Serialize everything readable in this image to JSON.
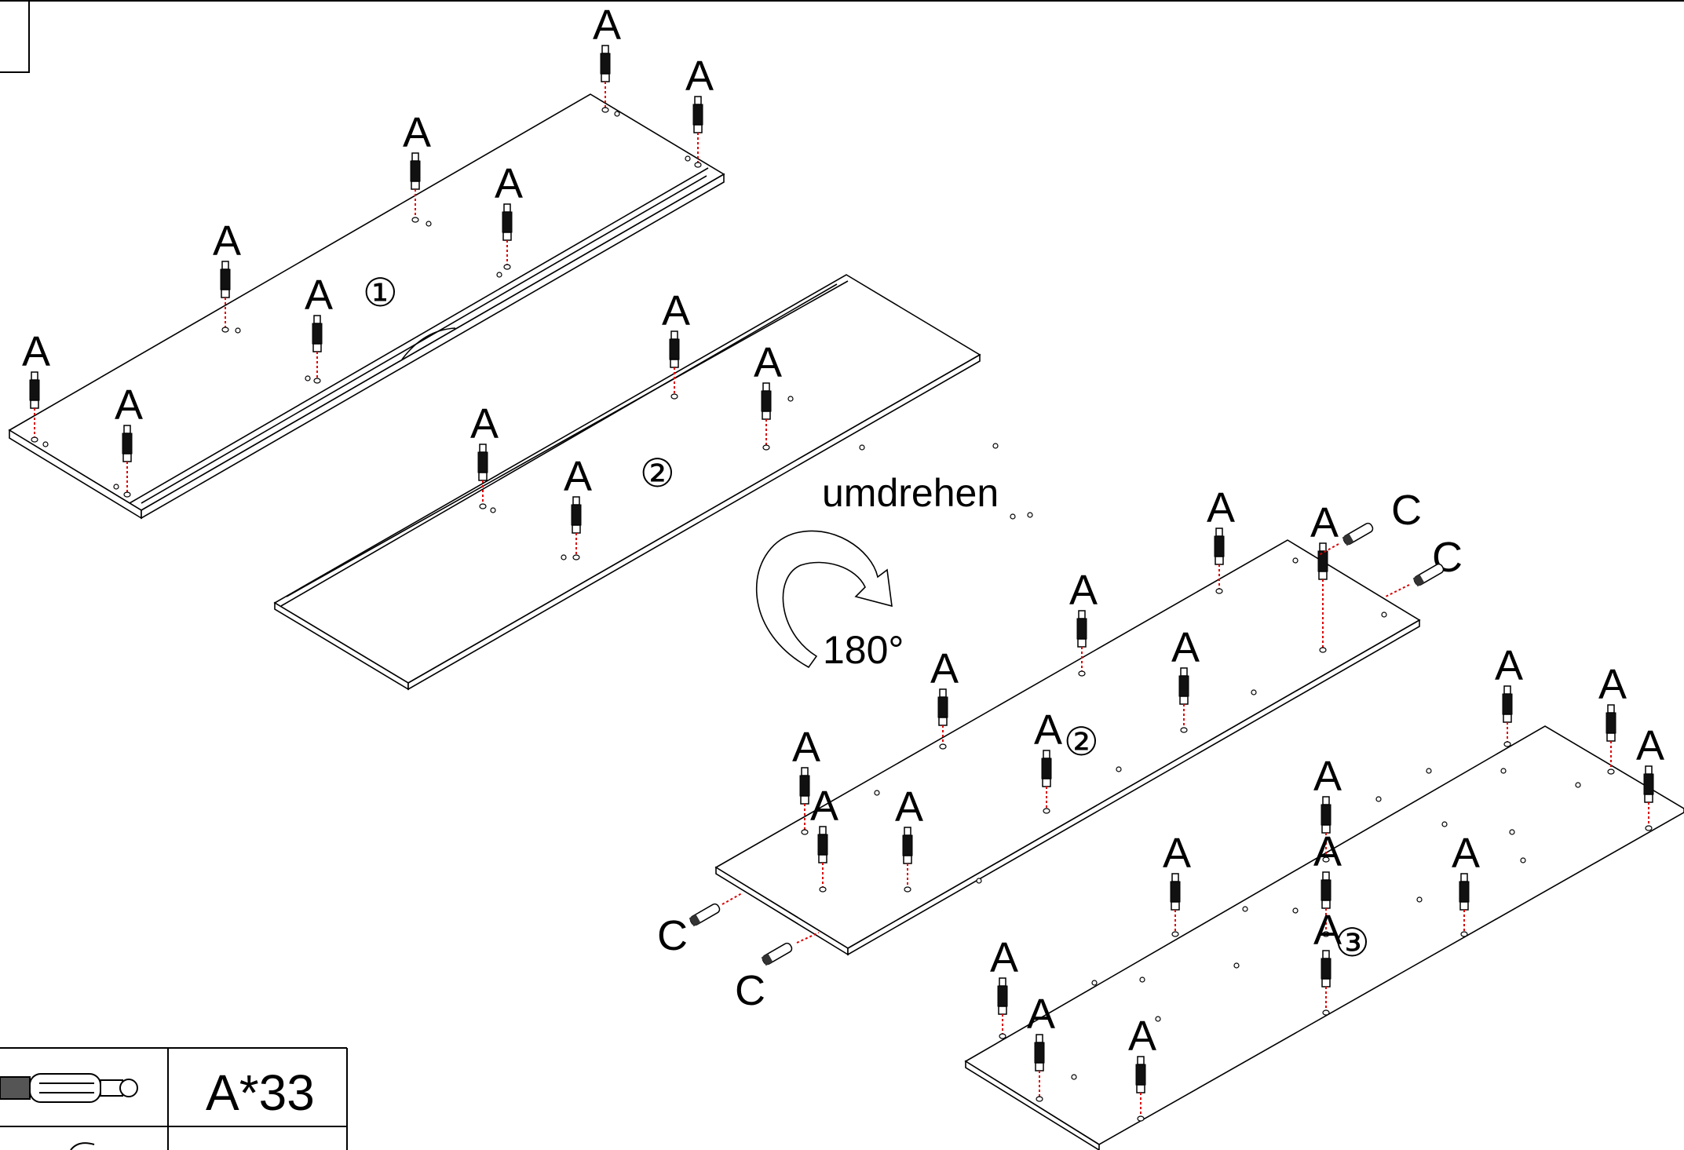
{
  "diagram": {
    "panel_numbers": [
      "①",
      "②",
      "②",
      "③"
    ],
    "part_a_label": "A",
    "part_c_label": "C",
    "flip_instruction": "umdrehen",
    "rotation_angle": "180°",
    "legend": {
      "rows": [
        {
          "icon": "cam-bolt-icon",
          "quantity": "A*33"
        },
        {
          "icon": "dowel-icon",
          "quantity": ""
        }
      ]
    }
  }
}
